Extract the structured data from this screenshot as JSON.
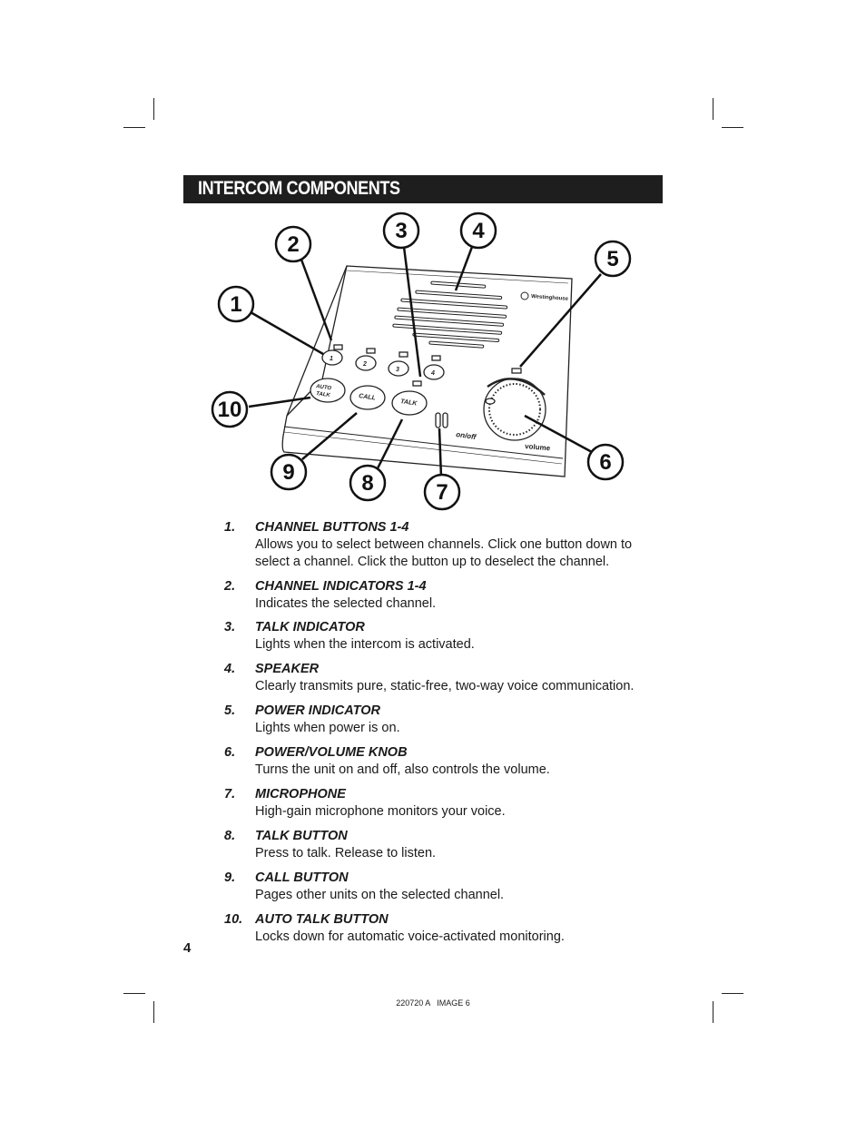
{
  "header": {
    "title": "INTERCOM COMPONENTS"
  },
  "diagram": {
    "callouts": [
      "1",
      "2",
      "3",
      "4",
      "5",
      "6",
      "7",
      "8",
      "9",
      "10"
    ],
    "device_labels": {
      "brand": "Westinghouse",
      "auto_line1": "AUTO",
      "auto_line2": "TALK",
      "call": "CALL",
      "talk": "TALK",
      "onoff": "on/off",
      "volume": "volume",
      "channels": [
        "1",
        "2",
        "3",
        "4"
      ]
    }
  },
  "components": [
    {
      "num": "1.",
      "title": "CHANNEL BUTTONS 1-4",
      "desc": [
        "Allows you to select between channels. Click one button down to",
        "select a channel. Click the button up to deselect the channel."
      ]
    },
    {
      "num": "2.",
      "title": "CHANNEL INDICATORS 1-4",
      "desc": [
        "Indicates the selected channel."
      ]
    },
    {
      "num": "3.",
      "title": "TALK INDICATOR",
      "desc": [
        "Lights when the intercom is activated."
      ]
    },
    {
      "num": "4.",
      "title": "SPEAKER",
      "desc": [
        "Clearly transmits pure, static-free, two-way voice communication."
      ]
    },
    {
      "num": "5.",
      "title": "POWER INDICATOR",
      "desc": [
        "Lights when power is on."
      ]
    },
    {
      "num": "6.",
      "title": "POWER/VOLUME KNOB",
      "desc": [
        "Turns the unit on and off, also controls the volume."
      ]
    },
    {
      "num": "7.",
      "title": "MICROPHONE",
      "desc": [
        "High-gain microphone monitors your voice."
      ]
    },
    {
      "num": "8.",
      "title": "TALK BUTTON",
      "desc": [
        "Press to talk. Release to listen."
      ]
    },
    {
      "num": "9.",
      "title": "CALL BUTTON",
      "desc": [
        "Pages other units on the selected channel."
      ]
    },
    {
      "num": "10.",
      "title": "AUTO TALK BUTTON",
      "desc": [
        "Locks down for automatic voice-activated monitoring."
      ]
    }
  ],
  "page_number": "4",
  "footer": {
    "code": "220720 A   IMAGE 6"
  }
}
